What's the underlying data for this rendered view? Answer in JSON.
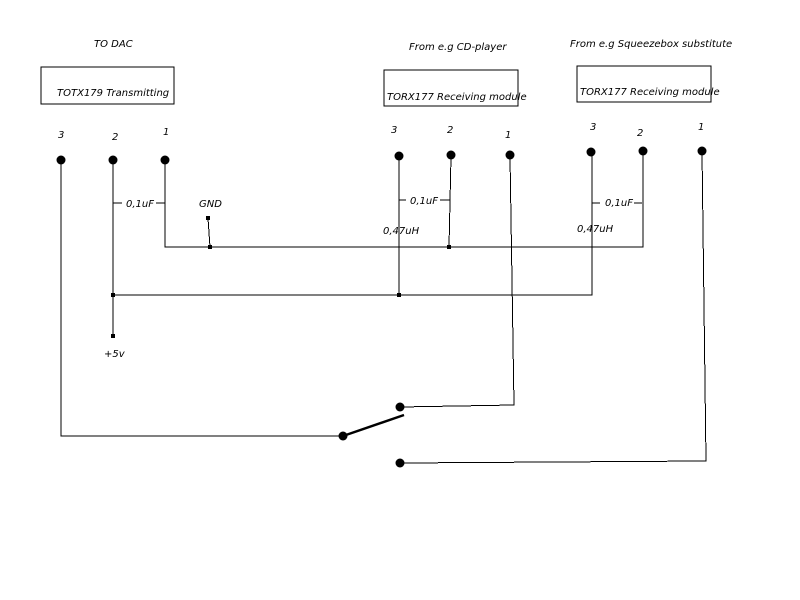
{
  "labels": {
    "to_dac": "TO DAC",
    "from_cd": "From e.g CD-player",
    "from_squeezebox": "From e.g Squeezebox substitute",
    "gnd": "GND",
    "vcc": "+5v"
  },
  "modules": {
    "tx": "TOTX179 Transmitting",
    "rx1": "TORX177 Receiving module",
    "rx2": "TORX177 Receiving module"
  },
  "pins": {
    "tx": [
      "3",
      "2",
      "1"
    ],
    "rx1": [
      "3",
      "2",
      "1"
    ],
    "rx2": [
      "3",
      "2",
      "1"
    ]
  },
  "components": {
    "cap_tx": "0,1uF",
    "cap_rx1": "0,1uF",
    "ind_rx1": "0,47uH",
    "cap_rx2": "0,1uF",
    "ind_rx2": "0,47uH"
  }
}
